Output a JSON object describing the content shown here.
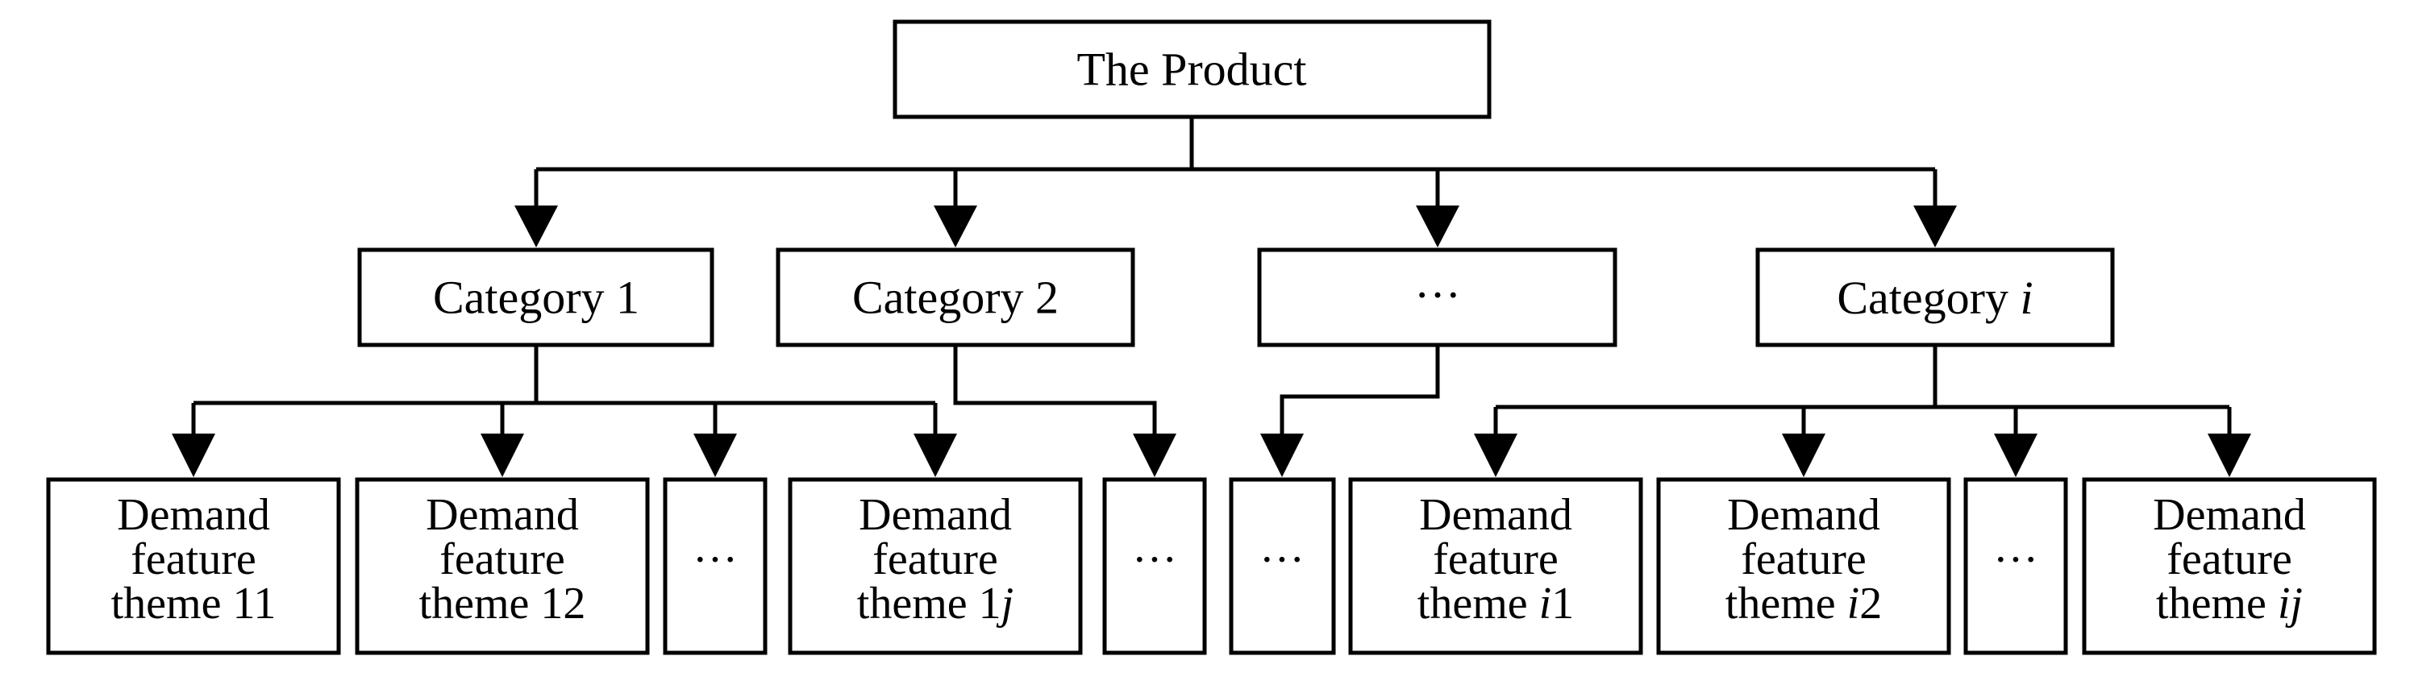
{
  "root": {
    "label": "The Product"
  },
  "categories": [
    {
      "label": "Category 1"
    },
    {
      "label": "Category 2"
    },
    {
      "label": "···"
    },
    {
      "label": "Category ",
      "italic": "i"
    }
  ],
  "themes": [
    {
      "line1": "Demand",
      "line2": "feature",
      "line3": "theme 11"
    },
    {
      "line1": "Demand",
      "line2": "feature",
      "line3": "theme 12"
    },
    {
      "ellipsis": "···"
    },
    {
      "line1": "Demand",
      "line2": "feature",
      "line3": "theme 1",
      "line3_italic": "j"
    },
    {
      "ellipsis": "···"
    },
    {
      "ellipsis": "···"
    },
    {
      "line1": "Demand",
      "line2": "feature",
      "line3": "theme ",
      "line3_italic": "i",
      "line3_tail": "1"
    },
    {
      "line1": "Demand",
      "line2": "feature",
      "line3": "theme ",
      "line3_italic": "i",
      "line3_tail": "2"
    },
    {
      "ellipsis": "···"
    },
    {
      "line1": "Demand",
      "line2": "feature",
      "line3": "theme ",
      "line3_italic": "ij"
    }
  ],
  "colors": {
    "stroke": "#000000",
    "background": "#ffffff"
  }
}
